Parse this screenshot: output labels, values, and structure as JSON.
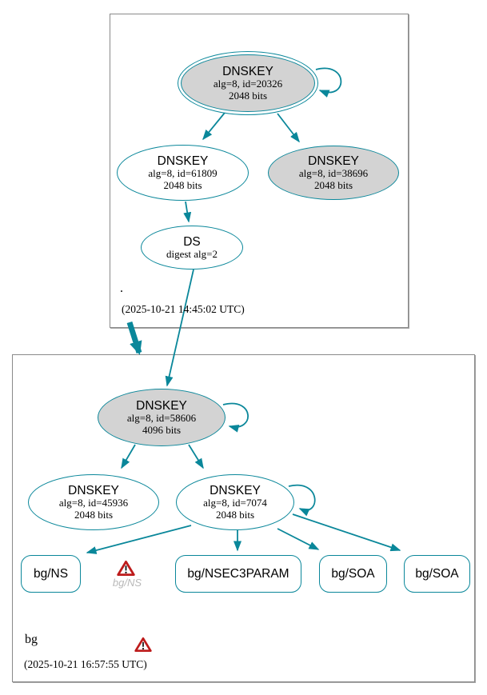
{
  "colors": {
    "secure_teal": "#0a879a",
    "sep_key_fill": "#d3d3d3",
    "warning_red": "#bd1b1b",
    "zone_box_border": "#8a8a8a"
  },
  "icons": {
    "warning": "red-triangle-exclamation"
  },
  "zones": {
    "root": {
      "label": ".",
      "timestamp": "(2025-10-21 14:45:02 UTC)",
      "nodes": {
        "ksk20326": {
          "title": "DNSKEY",
          "detail1": "alg=8, id=20326",
          "detail2": "2048 bits"
        },
        "zsk61809": {
          "title": "DNSKEY",
          "detail1": "alg=8, id=61809",
          "detail2": "2048 bits"
        },
        "key38696": {
          "title": "DNSKEY",
          "detail1": "alg=8, id=38696",
          "detail2": "2048 bits"
        },
        "ds": {
          "title": "DS",
          "detail1": "digest alg=2"
        }
      }
    },
    "bg": {
      "label": "bg",
      "timestamp": "(2025-10-21 16:57:55 UTC)",
      "nodes": {
        "ksk58606": {
          "title": "DNSKEY",
          "detail1": "alg=8, id=58606",
          "detail2": "4096 bits"
        },
        "zsk45936": {
          "title": "DNSKEY",
          "detail1": "alg=8, id=45936",
          "detail2": "2048 bits"
        },
        "zsk7074": {
          "title": "DNSKEY",
          "detail1": "alg=8, id=7074",
          "detail2": "2048 bits"
        },
        "rrset_ns": {
          "label": "bg/NS"
        },
        "warning_ns_label": "bg/NS",
        "rrset_nsec3param": {
          "label": "bg/NSEC3PARAM"
        },
        "rrset_soa_1": {
          "label": "bg/SOA"
        },
        "rrset_soa_2": {
          "label": "bg/SOA"
        }
      }
    }
  },
  "graph": {
    "edges": [
      {
        "from": "./DNSKEY-20326",
        "to": "./DNSKEY-20326",
        "type": "self-sign"
      },
      {
        "from": "./DNSKEY-20326",
        "to": "./DNSKEY-61809",
        "type": "sign"
      },
      {
        "from": "./DNSKEY-20326",
        "to": "./DNSKEY-38696",
        "type": "sign"
      },
      {
        "from": "./DNSKEY-61809",
        "to": "./DS",
        "type": "sign"
      },
      {
        "from": "./DS",
        "to": "bg/DNSKEY-58606",
        "type": "authenticates"
      },
      {
        "from": ". zone",
        "to": "bg zone",
        "type": "delegation"
      },
      {
        "from": "bg/DNSKEY-58606",
        "to": "bg/DNSKEY-58606",
        "type": "self-sign"
      },
      {
        "from": "bg/DNSKEY-58606",
        "to": "bg/DNSKEY-45936",
        "type": "sign"
      },
      {
        "from": "bg/DNSKEY-58606",
        "to": "bg/DNSKEY-7074",
        "type": "sign"
      },
      {
        "from": "bg/DNSKEY-7074",
        "to": "bg/DNSKEY-7074",
        "type": "self-sign"
      },
      {
        "from": "bg/DNSKEY-7074",
        "to": "bg/NS",
        "type": "sign"
      },
      {
        "from": "bg/DNSKEY-7074",
        "to": "bg/NSEC3PARAM",
        "type": "sign"
      },
      {
        "from": "bg/DNSKEY-7074",
        "to": "bg/SOA-1",
        "type": "sign"
      },
      {
        "from": "bg/DNSKEY-7074",
        "to": "bg/SOA-2",
        "type": "sign"
      }
    ]
  }
}
